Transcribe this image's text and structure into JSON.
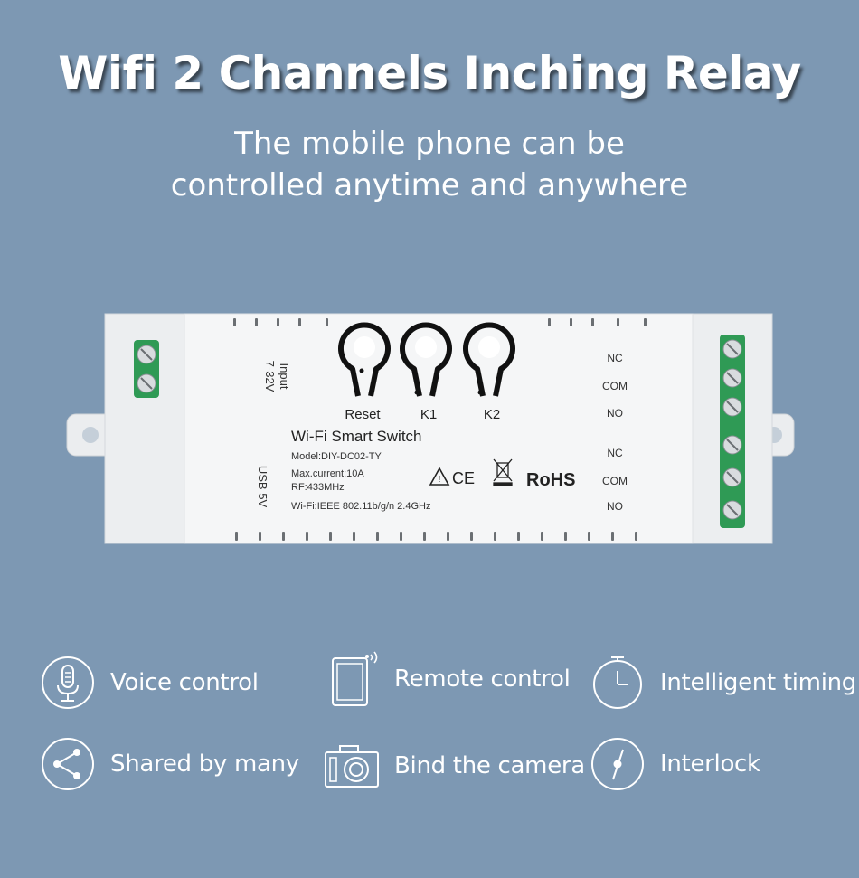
{
  "title": "Wifi 2 Channels Inching Relay",
  "subtitle": {
    "line1": "The mobile phone can be",
    "line2": "controlled anytime and anywhere"
  },
  "device": {
    "buttons": {
      "reset": "Reset",
      "k1": "K1",
      "k2": "K2"
    },
    "input_label": "Input",
    "input_range": "7-32V",
    "usb_label": "USB 5V",
    "name": "Wi-Fi Smart Switch",
    "model": "Model:DIY-DC02-TY",
    "max_current": "Max.current:10A",
    "rf": "RF:433MHz",
    "wifi": "Wi-Fi:IEEE 802.11b/g/n 2.4GHz",
    "rohs": "RoHS",
    "ce": "CE",
    "terminals_top": [
      "NC",
      "COM",
      "NO"
    ],
    "terminals_bottom": [
      "NC",
      "COM",
      "NO"
    ]
  },
  "features": [
    {
      "icon": "microphone-icon",
      "label": "Voice control"
    },
    {
      "icon": "tablet-wifi-icon",
      "label": "Remote control"
    },
    {
      "icon": "timer-icon",
      "label": "Intelligent timing"
    },
    {
      "icon": "share-icon",
      "label": "Shared by many"
    },
    {
      "icon": "camera-icon",
      "label": "Bind the camera"
    },
    {
      "icon": "interlock-icon",
      "label": "Interlock"
    }
  ],
  "colors": {
    "background": "#7d98b3",
    "device_body": "#f2f3f4",
    "terminal_green": "#2f9a55"
  }
}
